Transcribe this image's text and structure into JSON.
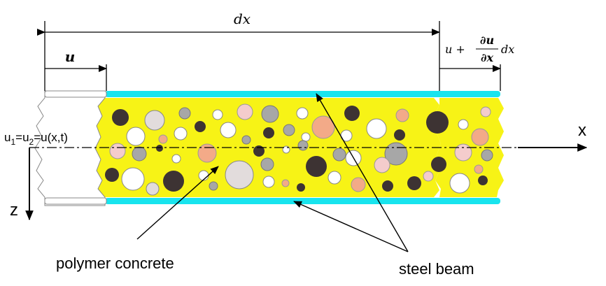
{
  "dimensions": {
    "length_label": "dx",
    "displacement_label": "u",
    "displacement_end": {
      "base": "u + ",
      "numerator": "∂u",
      "denominator": "∂x",
      "suffix": "dx"
    }
  },
  "axes": {
    "x_label": "x",
    "z_label": "z",
    "displacement_eq": {
      "u": "u",
      "s1": "1",
      "eq1": "=u",
      "s2": "2",
      "eq2": "=u(x,t)"
    }
  },
  "callouts": {
    "polymer_concrete": "polymer concrete",
    "steel_beam": "steel beam"
  },
  "colors": {
    "concrete_fill": "#f7f316",
    "steel_beam": "#18e4ee",
    "dark_aggregate": "#3d3333",
    "grey_aggregate": "#a7a7a7",
    "light_aggregate": "#e2dcdc",
    "pink_aggregate": "#f4cccc",
    "orange_aggregate": "#f3aa88",
    "white_aggregate": "#ffffff"
  }
}
